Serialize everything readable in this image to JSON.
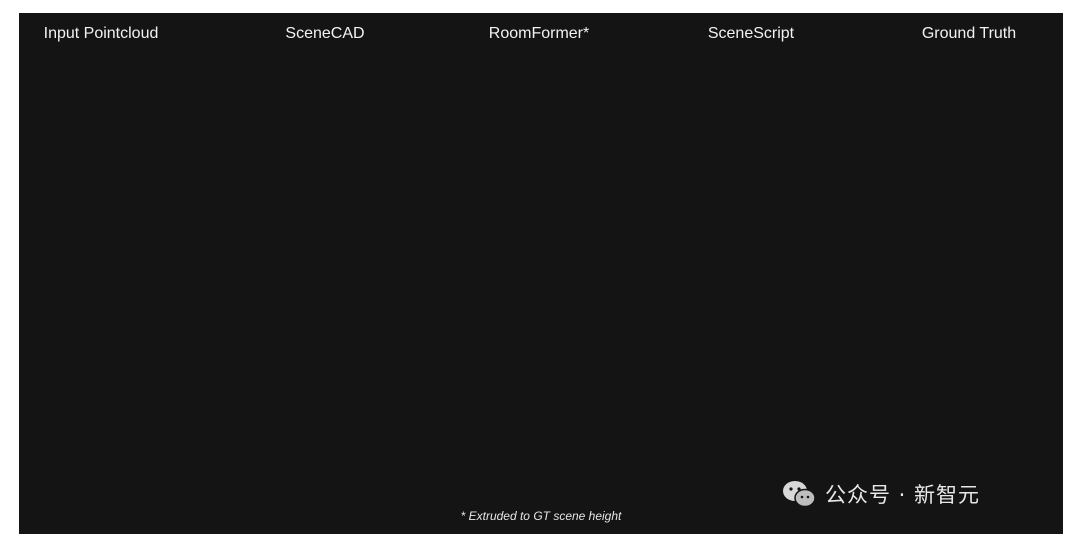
{
  "figure": {
    "columns": [
      {
        "key": "input",
        "title": "Input Pointcloud"
      },
      {
        "key": "scenecad",
        "title": "SceneCAD"
      },
      {
        "key": "roomformer",
        "title": "RoomFormer*"
      },
      {
        "key": "scenescript",
        "title": "SceneScript"
      },
      {
        "key": "groundtruth",
        "title": "Ground Truth"
      }
    ],
    "caption": "* Extruded to GT scene height",
    "watermark": "公众号 · 新智元"
  },
  "colors": {
    "background": "#141414",
    "wireframe": "#e8e8e8",
    "cyan": "#38c8d8",
    "orange": "#e0a878",
    "points": "#9a9a9a"
  },
  "icons": [
    "wechat-logo-icon"
  ]
}
